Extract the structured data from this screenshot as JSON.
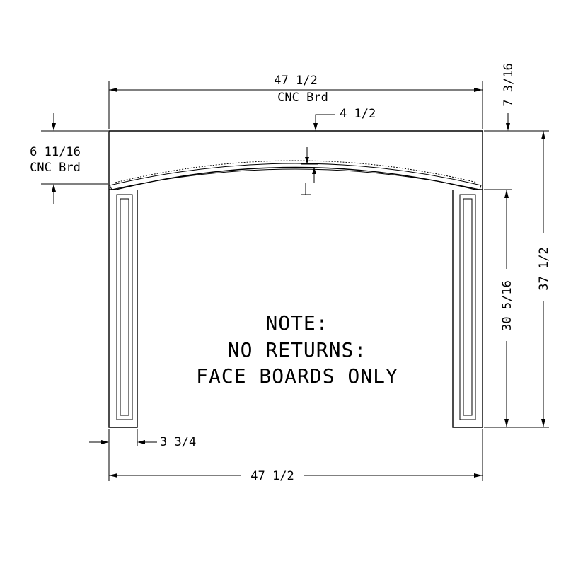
{
  "dimensions": {
    "top_width": "47 1/2",
    "top_width_sub": "CNC Brd",
    "bottom_width": "47 1/2",
    "top_board_height": "6 11/16",
    "top_board_height_sub": "CNC Brd",
    "arch_rise": "4 1/2",
    "top_gap": "7 3/16",
    "leg_height": "30 5/16",
    "overall_height": "37 1/2",
    "leg_width": "3 3/4"
  },
  "note": {
    "line1": "NOTE:",
    "line2": "NO RETURNS:",
    "line3": "FACE BOARDS ONLY"
  }
}
